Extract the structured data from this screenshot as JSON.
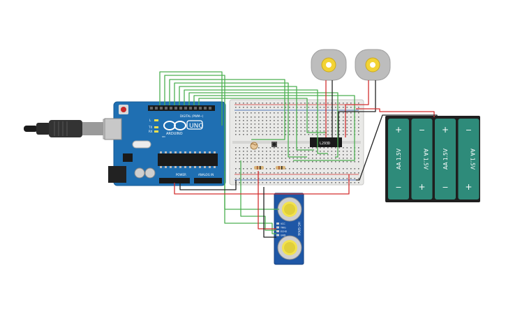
{
  "arduino": {
    "label_uno": "UNO",
    "label_arduino": "ARDUINO",
    "label_digital": "DIGITAL (PWM~)",
    "label_power": "POWER",
    "label_analog": "ANALOG IN",
    "label_tx": "TX",
    "label_rx": "RX",
    "label_l": "L",
    "label_on": "ON"
  },
  "breadboard": {
    "chip_label": "L293D"
  },
  "battery": {
    "cells": [
      {
        "label": "AA 1.5V",
        "orientation": "up"
      },
      {
        "label": "AA 1.5V",
        "orientation": "down"
      },
      {
        "label": "AA 1.5V",
        "orientation": "up"
      },
      {
        "label": "AA 1.5V",
        "orientation": "down"
      }
    ],
    "plus": "+",
    "minus": "−"
  },
  "sensor": {
    "model": "HC-SR04",
    "pins": [
      "VCC",
      "TRIG",
      "ECHO",
      "GND"
    ]
  },
  "colors": {
    "arduino_blue": "#1f6fb2",
    "wire_green": "#4caf50",
    "wire_red": "#d32f2f",
    "wire_black": "#222222",
    "breadboard": "#e9e9e7",
    "battery_body": "#2e8b7a",
    "motor_body": "#bdbdbd",
    "motor_hub": "#f2d335"
  }
}
